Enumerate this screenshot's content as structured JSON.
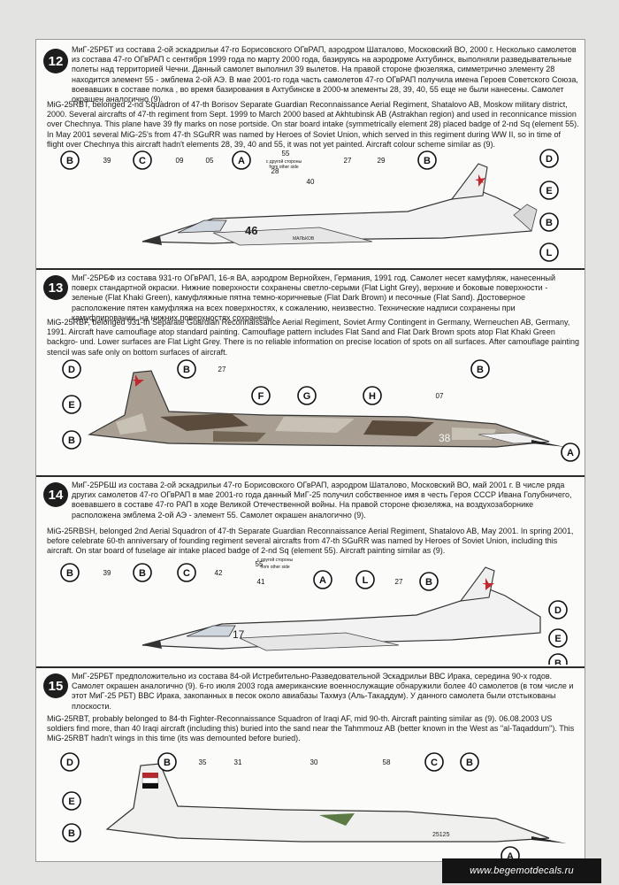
{
  "sections": [
    {
      "number": "12",
      "ru": "МиГ-25РБТ из состава 2-ой эскадрильи 47-го Борисовского ОГвРАП,  аэродром Шаталово, Московский  ВО, 2000 г. Несколько самолетов из состава 47-го ОГвРАП с сентября 1999 года по марту 2000 года, базируясь на аэродроме Ахтубинск, выполняли разведывательные полеты над территорией Чечни. Данный самолет выполнил 39 вылетов. На правой стороне фюзеляжа,  симметрично элементу 28 находится элемент 55 - эмблема 2-ой АЭ. В мае 2001-го года часть самолетов 47-го ОГвРАП получила имена Героев Советского Союза, воевавших в составе полка , во время базирования в Ахтубинске в 2000-м элементы 28, 39, 40, 55 еще не были нанесены. Самолет окрашен аналогично (9).",
      "en": "MiG-25RBT, belonged 2-nd Squadron of 47-th  Borisov Separate Guardian Reconnaissance Aerial Regiment, Shatalovo AB, Moskow military  district, 2000. Several aircrafts of 47-th  regiment from Sept. 1999 to March 2000  based at Akhtubinsk AB (Astrakhan region) and used in reconnicance mission over Chechnya. This plane have 39 fly  marks on nose portside. On star board intake (symmetrically element 28) placed badge of 2-nd Sq (element 55). In May 2001 several MiG-25's from 47-th SGuRR was named by Heroes of Soviet Union, which served in this regiment during WW II, so in time of flight over Chechnya this aircraft hadn't elements 28, 39, 40 and 55, it was not yet painted. Aircraft colour scheme similar as (9).",
      "callouts": [
        "B",
        "39",
        "C",
        "09",
        "05",
        "A",
        "55",
        "c другой стороны",
        "from other side",
        "28",
        "40",
        "27",
        "29",
        "B",
        "D",
        "E",
        "B",
        "L"
      ],
      "fuselage_code": "46",
      "fuselage_name": "МАЛЬКОВ"
    },
    {
      "number": "13",
      "ru": "МиГ-25РБФ из состава 931-го ОГвРАП, 16-я ВА, аэродром Вернойхен, Германия, 1991 год. Самолет несет камуфляж, нанесенный поверх стандартной окраски. Нижние поверхности сохранены светло-серыми (Flat Light Grey), верхние и боковые поверхности - зеленые (Flat Khaki Green), камуфляжные пятна темно-коричневые (Flat Dark Brown) и песочные (Flat Sand). Достоверное расположение пятен камуфляжа на всех поверхностях, к сожалению, неизвестно. Технические надписи сохранены при камуфлировании, на нижних поверхностях сохранены.",
      "en": "MiG-25RBF, belonged 931-th  Separate Guardian Reconnaissance Aerial Regiment, Soviet Army  Contingent in Germany, Werneuchen AB, Germany, 1991. Aircraft have camouflage atop standard painting. Camouflage pattern includes Flat Sand and Flat Dark Brown  spots atop Flat Khaki Green backgro- und.  Lower surfaces are Flat Light Grey. There is no reliable information on precise location of spots on all surfaces. After camouflage painting stencil was safe only on bottom surfaces of aircraft.",
      "callouts": [
        "D",
        "B",
        "27",
        "F",
        "G",
        "H",
        "07",
        "B",
        "E",
        "B",
        "A"
      ],
      "fuselage_code": "38"
    },
    {
      "number": "14",
      "ru": "МиГ-25РБШ из состава 2-ой эскадрильи 47-го Борисовского ОГвРАП,  аэродром Шаталово, Московский  ВО, май 2001 г. В числе ряда других самолетов 47-го ОГвРАП в мае 2001-го года данный МиГ-25 получил собственное имя в честь Героя СССР Ивана Голубничего, воевавшего в составе 47-го РАП в ходе Великой Отечественной войны. На правой стороне фюзеляжа,  на воздухозаборнике расположена эмблема 2-ой АЭ - элемент 55. Самолет окрашен аналогично (9).",
      "en": "MiG-25RBSH, belonged 2nd Aerial Squadron of 47-th Separate Guardian Reconnaissance  Aerial Regiment, Shatalovo AB, May 2001.  In spring 2001, before celebrate 60-th anniversary of founding regiment several aircrafts from 47-th SGuRR was named by Heroes of Soviet Union, including this aircraft. On star board of fuselage air intake placed badge of 2-nd Sq (element 55). Aircraft painting similar as (9).",
      "callouts": [
        "B",
        "39",
        "B",
        "C",
        "42",
        "55",
        "c другой стороны",
        "from other side",
        "41",
        "A",
        "L",
        "27",
        "B",
        "D",
        "E",
        "B"
      ],
      "fuselage_code": "17"
    },
    {
      "number": "15",
      "ru": "МиГ-25РБТ предположительно из состава 84-ой Истребительно-Разведовательной Эскадрильи ВВС Ирака, середина 90-х годов. Самолет окрашен аналогично (9). 6-го июля 2003 года американские военнослужащие обнаружили более 40 самолетов (в том числе и этот МиГ-25 РБТ) ВВС Ирака, закопанных в песок около авиабазы Тахмуз (Аль-Такаддум). У данного самолета были отстыкованы плоскости.",
      "en": "MiG-25RBT, probably belonged to 84-th Fighter-Reconnaissance Squadron of Iraqi AF, mid 90-th. Aircraft painting similar as (9).  06.08.2003 US  soldiers find more, than 40 Iraqi aircraft (including this) buried into the sand near the Tahmmouz AB (better known in the West as \"al-Taqaddum\"). This MiG-25RBT hadn't wings in this time (its was demounted before buried).",
      "callouts": [
        "D",
        "B",
        "35",
        "31",
        "30",
        "58",
        "C",
        "B",
        "E",
        "B",
        "A"
      ],
      "fuselage_code": "25125"
    }
  ],
  "footer": "www.begemotdecals.ru"
}
